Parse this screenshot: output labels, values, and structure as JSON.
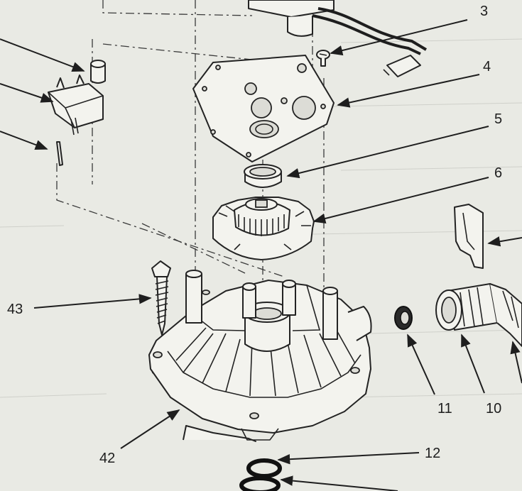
{
  "callouts": [
    {
      "id": "c3",
      "text": "3"
    },
    {
      "id": "c4",
      "text": "4"
    },
    {
      "id": "c5",
      "text": "5"
    },
    {
      "id": "c6",
      "text": "6"
    },
    {
      "id": "c43",
      "text": "43"
    },
    {
      "id": "c11",
      "text": "11"
    },
    {
      "id": "c10",
      "text": "10"
    },
    {
      "id": "c42",
      "text": "42"
    },
    {
      "id": "c12",
      "text": "12"
    }
  ],
  "colors": {
    "paper": "#e9eae4",
    "ink": "#232323",
    "part_fill": "#f3f3ee"
  }
}
